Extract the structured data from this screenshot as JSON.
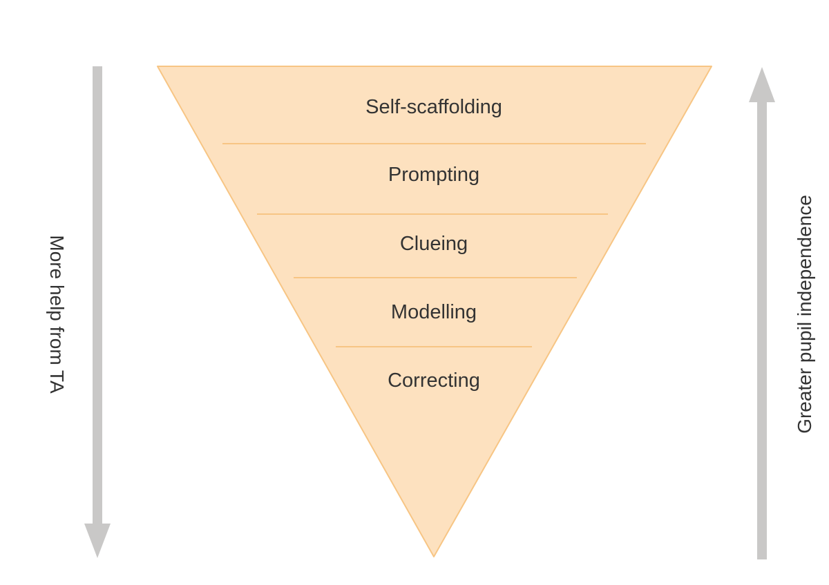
{
  "levels": [
    "Self-scaffolding",
    "Prompting",
    "Clueing",
    "Modelling",
    "Correcting"
  ],
  "left_arrow_label": "More help from TA",
  "right_arrow_label": "Greater pupil independence",
  "colors": {
    "triangle_fill": "#fde1bf",
    "triangle_stroke": "#f7c584",
    "arrow": "#c9c8c7",
    "text": "#333333"
  }
}
